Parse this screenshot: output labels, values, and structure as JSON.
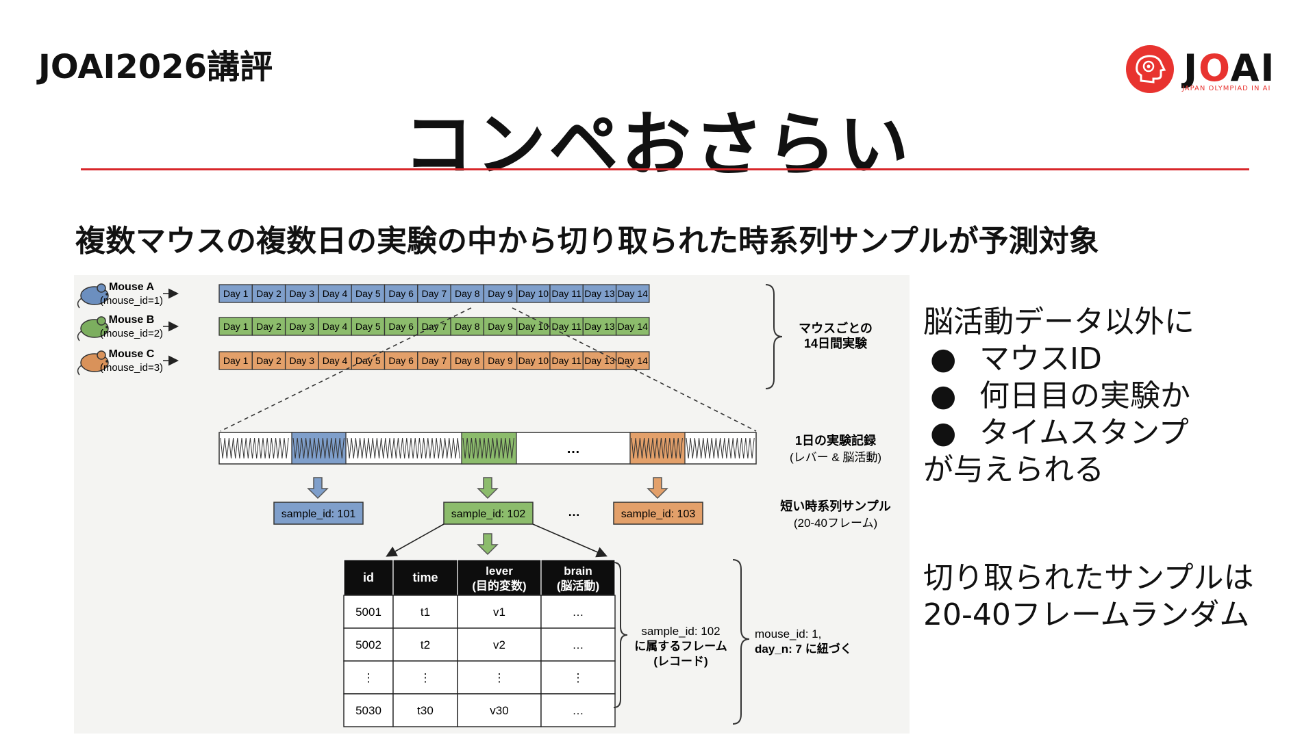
{
  "header": {
    "event": "JOAI2026講評",
    "title": "コンペおさらい"
  },
  "logo": {
    "text_j": "J",
    "text_o": "O",
    "text_ai": "AI",
    "tagline": "JAPAN OLYMPIAD IN AI",
    "color": "#e8332f"
  },
  "heading": "複数マウスの複数日の実験の中から切り取られた時系列サンプルが予測対象",
  "side_notes": {
    "intro": "脳活動データ以外に",
    "bullets": [
      "マウスID",
      "何日目の実験か",
      "タイムスタンプ"
    ],
    "outro": "が与えられる",
    "sample_note_line1": "切り取られたサンプルは",
    "sample_note_line2": "20-40フレームランダム"
  },
  "diagram": {
    "mice": [
      {
        "name": "Mouse A",
        "id_label": "(mouse_id=1)",
        "color": "#6c8fbf",
        "cell_color": "#7f9fcb"
      },
      {
        "name": "Mouse B",
        "id_label": "(mouse_id=2)",
        "color": "#7cae5f",
        "cell_color": "#8cbc6c"
      },
      {
        "name": "Mouse C",
        "id_label": "(mouse_id=3)",
        "color": "#d9925a",
        "cell_color": "#e3a06a"
      }
    ],
    "days": [
      "Day 1",
      "Day 2",
      "Day 3",
      "Day 4",
      "Day 5",
      "Day 6",
      "Day 7",
      "Day 8",
      "Day 9",
      "Day 10",
      "Day 11",
      "Day 13",
      "Day 14"
    ],
    "exp_label_1": "マウスごとの",
    "exp_label_2": "14日間実験",
    "record_label_1": "1日の実験記録",
    "record_label_2": "(レバー & 脳活動)",
    "record_ellipsis": "…",
    "samples": [
      "sample_id: 101",
      "sample_id: 102",
      "sample_id: 103"
    ],
    "samples_ellipsis": "…",
    "short_label_1": "短い時系列サンプル",
    "short_label_2": "(20-40フレーム)",
    "table": {
      "headers": [
        [
          "id"
        ],
        [
          "time"
        ],
        [
          "lever",
          "(目的変数)"
        ],
        [
          "brain",
          "(脳活動)"
        ]
      ],
      "rows": [
        [
          "5001",
          "t1",
          "v1",
          "…"
        ],
        [
          "5002",
          "t2",
          "v2",
          "…"
        ],
        [
          "⋮",
          "⋮",
          "⋮",
          "⋮"
        ],
        [
          "5030",
          "t30",
          "v30",
          "…"
        ]
      ]
    },
    "frames_label": [
      "sample_id: 102",
      "に属するフレーム",
      "(レコード)"
    ],
    "link_label": [
      "mouse_id: 1,",
      "day_n: 7 に紐づく"
    ]
  }
}
